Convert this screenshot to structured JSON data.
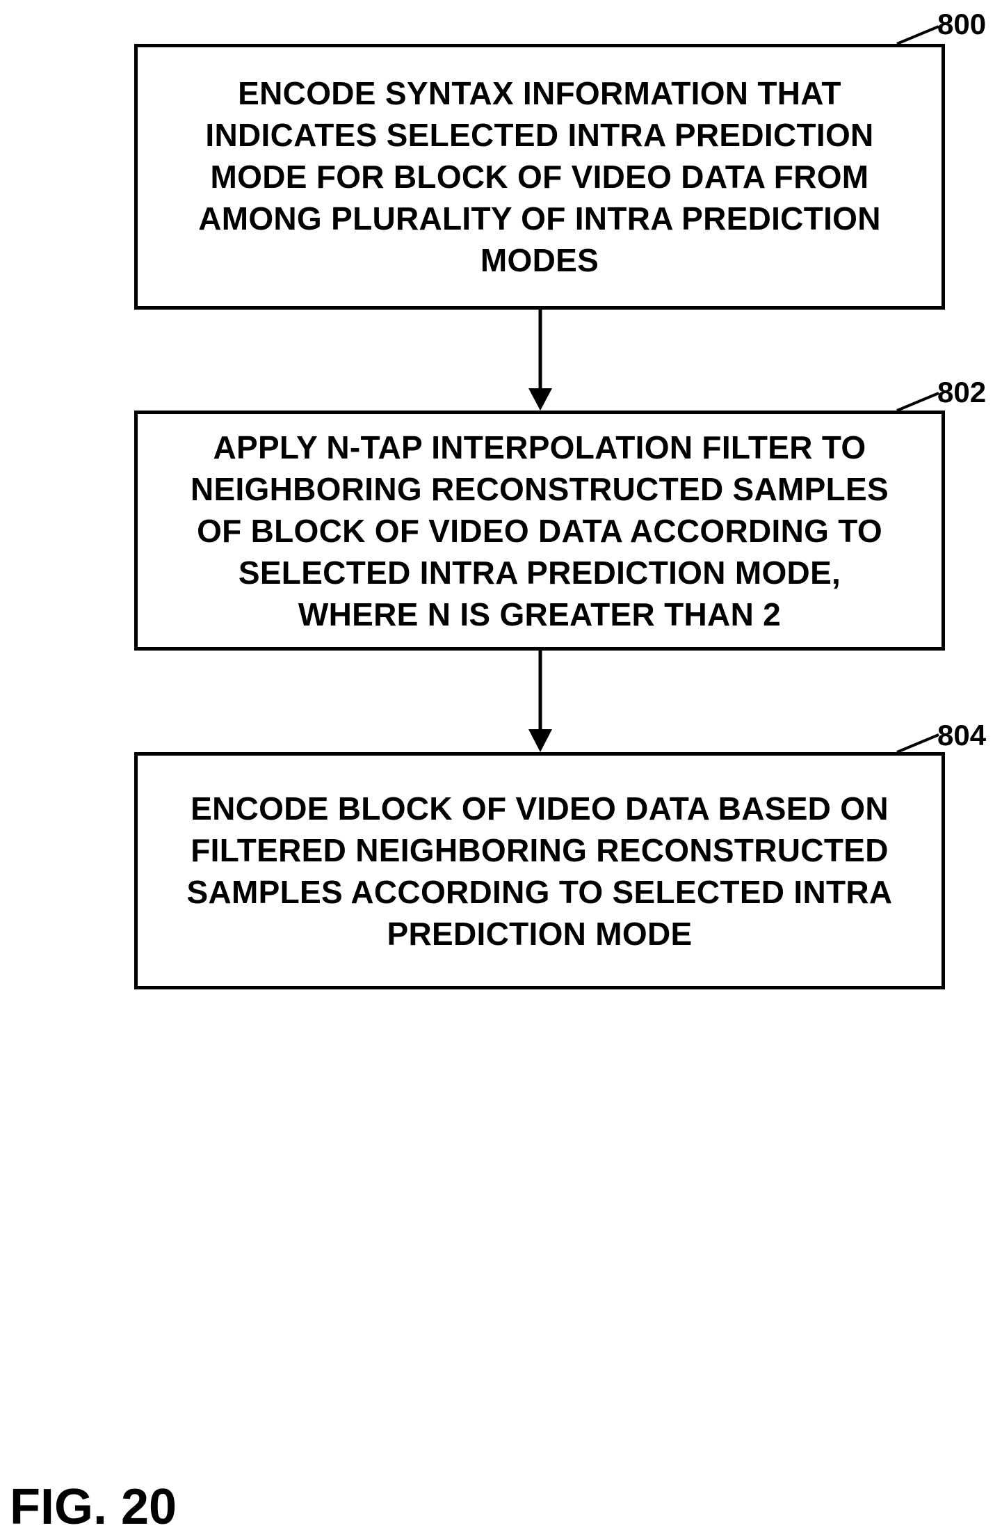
{
  "steps": [
    {
      "ref": "800",
      "text": "ENCODE SYNTAX INFORMATION THAT\nINDICATES SELECTED INTRA PREDICTION\nMODE FOR BLOCK OF VIDEO DATA FROM\nAMONG PLURALITY OF INTRA PREDICTION\nMODES"
    },
    {
      "ref": "802",
      "text": "APPLY N-TAP INTERPOLATION FILTER TO\nNEIGHBORING RECONSTRUCTED SAMPLES\nOF BLOCK OF VIDEO DATA ACCORDING TO\nSELECTED INTRA PREDICTION MODE,\nWHERE N IS GREATER THAN 2"
    },
    {
      "ref": "804",
      "text": "ENCODE BLOCK OF VIDEO DATA BASED ON\nFILTERED NEIGHBORING RECONSTRUCTED\nSAMPLES ACCORDING TO SELECTED INTRA\nPREDICTION MODE"
    }
  ],
  "figure_label": "FIG. 20"
}
